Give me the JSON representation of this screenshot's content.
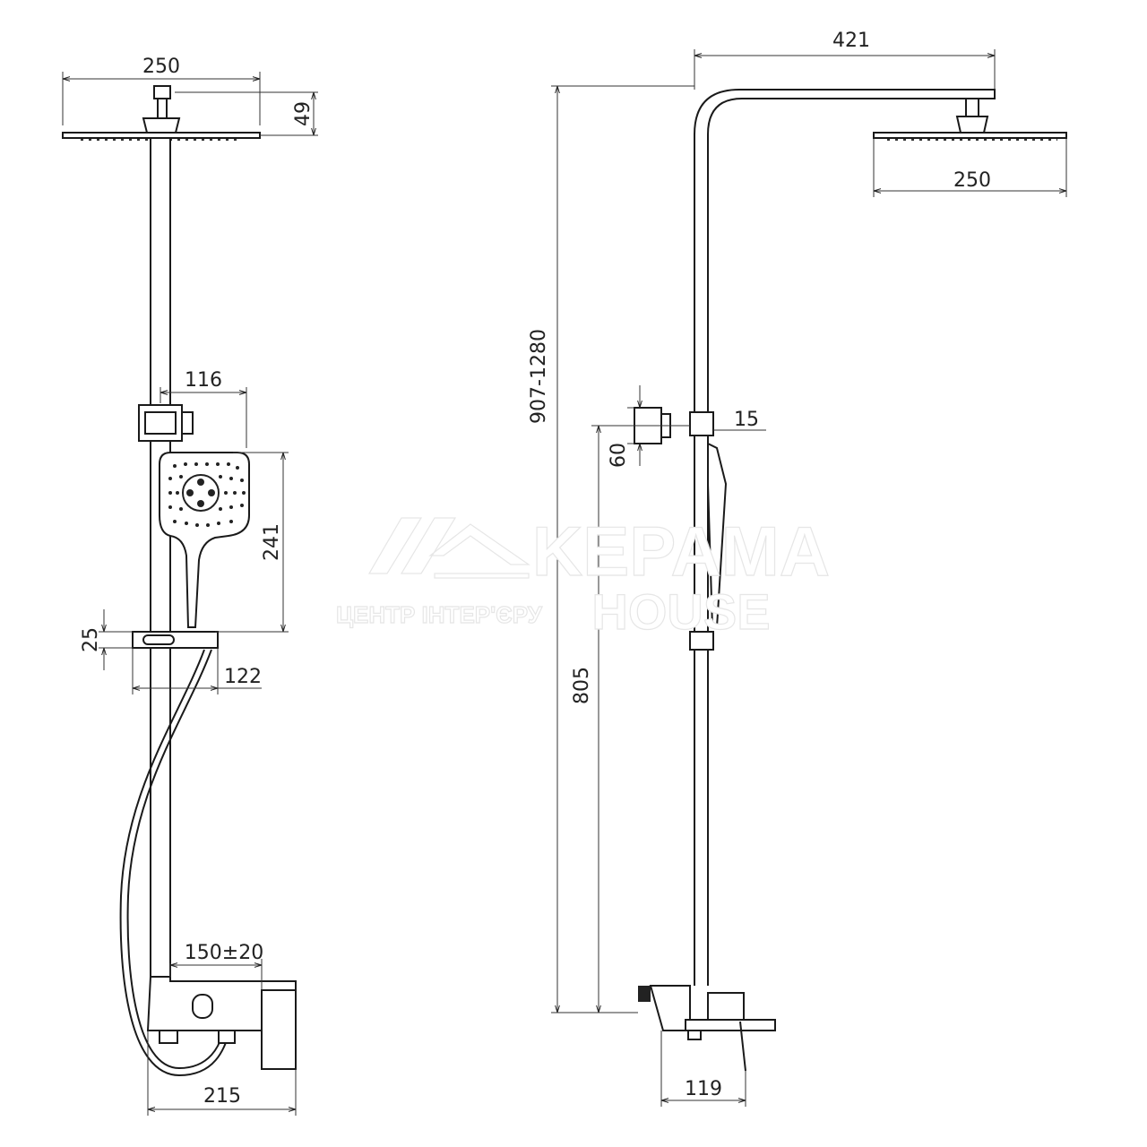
{
  "front_view": {
    "head_width": "250",
    "head_height": "49",
    "hand_shower_offset": "116",
    "hand_shower_length": "241",
    "shelf_height": "25",
    "shelf_width": "122",
    "inlet_spacing": "150±20",
    "mixer_width": "215"
  },
  "side_view": {
    "arm_reach": "421",
    "head_width": "250",
    "holder_width": "15",
    "holder_height": "60",
    "total_height": "907-1280",
    "column_height": "805",
    "spout_projection": "119"
  },
  "watermark": {
    "brand_line1": "KEPAMA",
    "brand_line2": "HOUSE",
    "tagline": "ЦЕНТР ІНТЕР'ЄРУ"
  }
}
